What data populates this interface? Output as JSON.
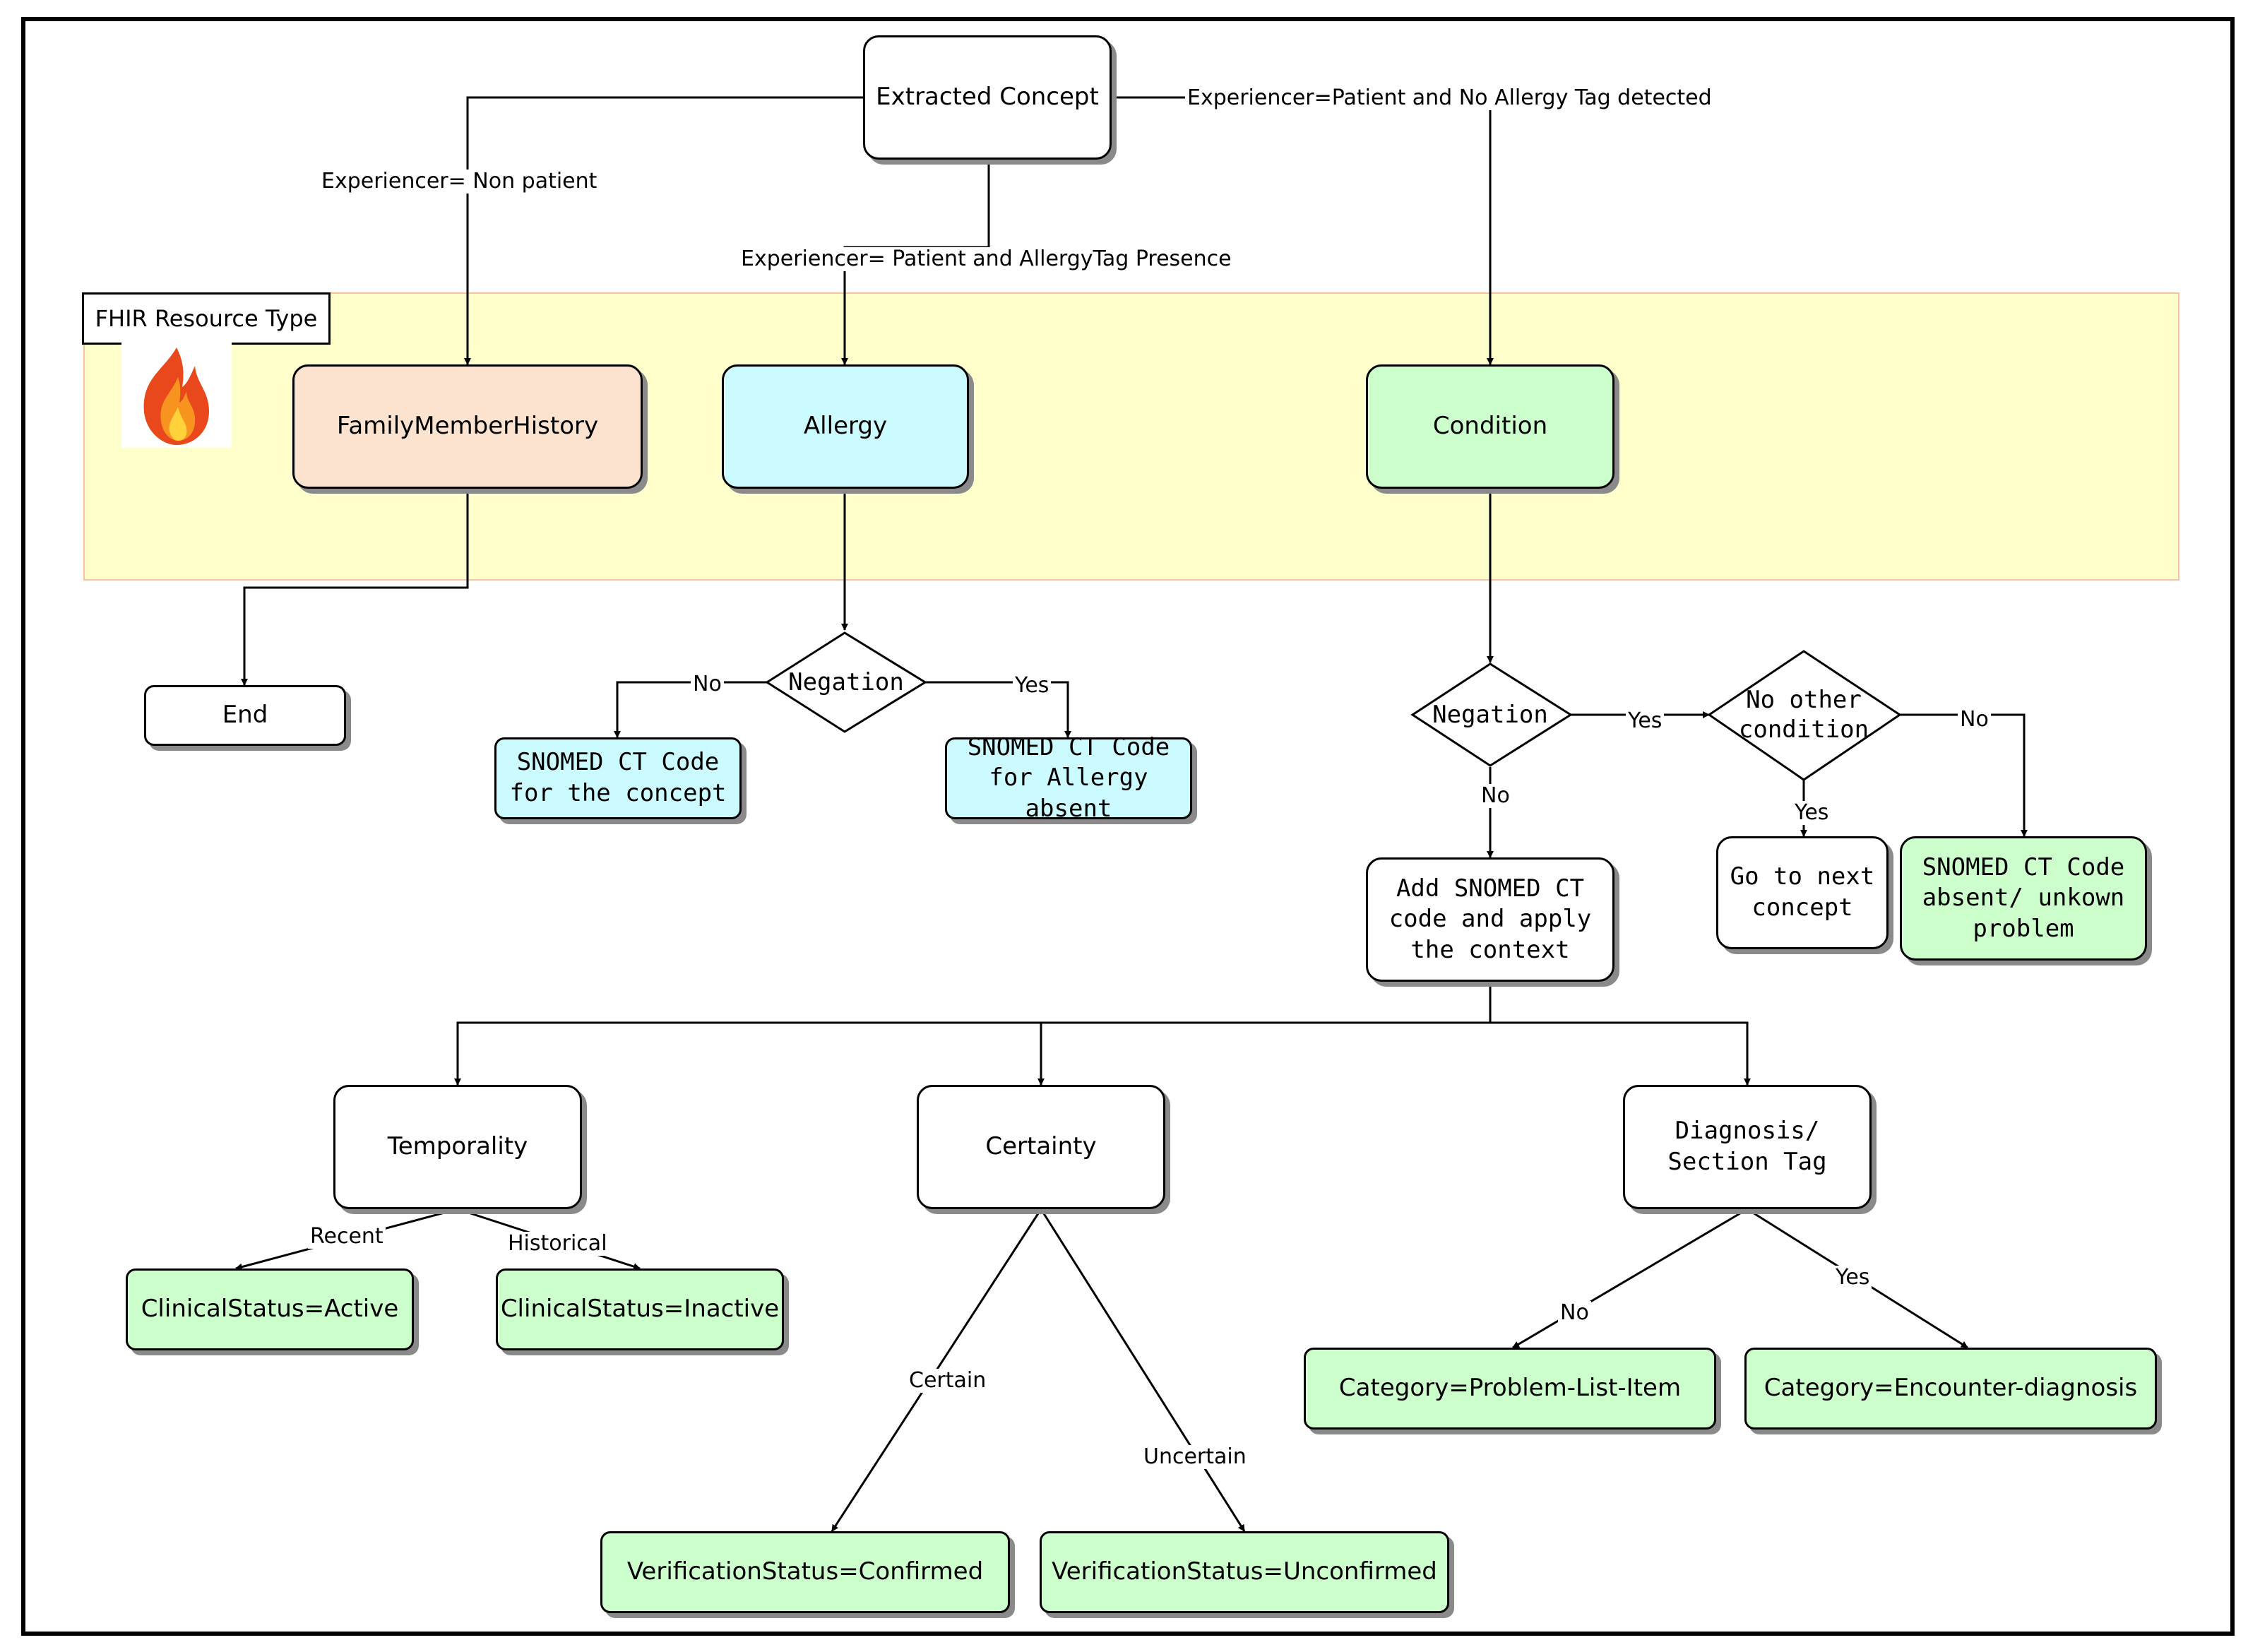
{
  "resource_band": {
    "label": "FHIR Resource Type"
  },
  "nodes": {
    "extracted_concept": "Extracted Concept",
    "family_member_history": "FamilyMemberHistory",
    "allergy": "Allergy",
    "condition": "Condition",
    "end": "End",
    "allergy_negation": "Negation",
    "snomed_concept": "SNOMED CT Code for the concept",
    "snomed_allergy_absent": "SNOMED CT Code for Allergy absent",
    "condition_negation": "Negation",
    "no_other_condition": "No other condition",
    "go_next": "Go to next concept",
    "snomed_absent_unknown": "SNOMED CT Code absent/ unkown problem",
    "add_snomed": "Add SNOMED CT code and apply the context",
    "temporality": "Temporality",
    "certainty": "Certainty",
    "diagnosis_tag": "Diagnosis/ Section Tag",
    "clinical_active": "ClinicalStatus=Active",
    "clinical_inactive": "ClinicalStatus=Inactive",
    "verification_confirmed": "VerificationStatus=Confirmed",
    "verification_unconfirmed": "VerificationStatus=Unconfirmed",
    "category_problem": "Category=Problem-List-Item",
    "category_encounter": "Category=Encounter-diagnosis"
  },
  "edge_labels": {
    "non_patient": "Experiencer= Non patient",
    "patient_allergy": "Experiencer= Patient and AllergyTag  Presence",
    "patient_no_allergy": "Experiencer=Patient and  No Allergy Tag detected",
    "allergy_no": "No",
    "allergy_yes": "Yes",
    "cond_yes": "Yes",
    "cond_no": "No",
    "noother_no": "No",
    "noother_yes": "Yes",
    "recent": "Recent",
    "historical": "Historical",
    "certain": "Certain",
    "uncertain": "Uncertain",
    "diag_no": "No",
    "diag_yes": "Yes"
  },
  "colors": {
    "resource_band": "#ffffcc",
    "family_member_history": "#fbe3cf",
    "allergy": "#ccfbff",
    "condition": "#ccffcc"
  }
}
